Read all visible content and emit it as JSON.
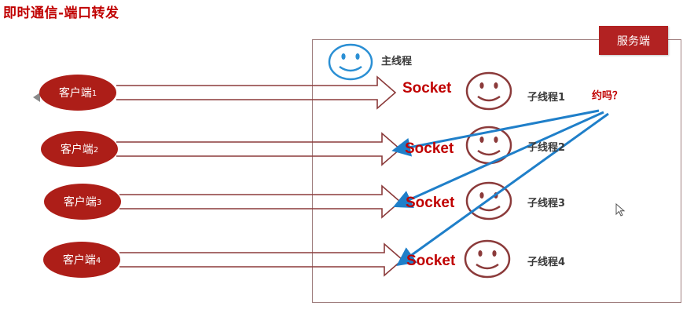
{
  "title": "即时通信-端口转发",
  "server_label": "服务端",
  "main_thread_label": "主线程",
  "ask_label": "约吗？",
  "clients": [
    {
      "name": "客户端",
      "num": "1"
    },
    {
      "name": "客户端",
      "num": "2"
    },
    {
      "name": "客户端",
      "num": "3"
    },
    {
      "name": "客户端",
      "num": "4"
    }
  ],
  "sockets": [
    "Socket",
    "Socket",
    "Socket",
    "Socket"
  ],
  "threads": [
    "子线程1",
    "子线程2",
    "子线程3",
    "子线程4"
  ],
  "colors": {
    "accent_red": "#c00000",
    "client_fill": "#ad1e18",
    "arrow_stroke": "#8b3a3a",
    "blue_line": "#1f7fc9",
    "smiley_blue": "#2a8fd4",
    "smiley_red": "#8b3a3a"
  }
}
